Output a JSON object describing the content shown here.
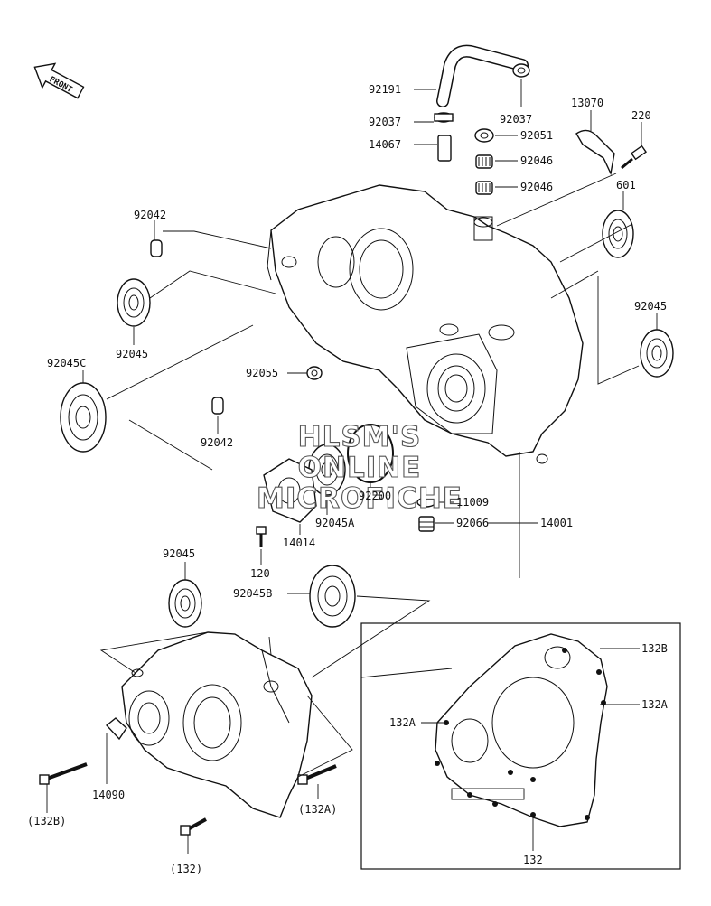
{
  "front_badge": "FRONT",
  "watermark": [
    "HLSM'S",
    "ONLINE",
    "MICROFICHE"
  ],
  "labels": {
    "l92191": "92191",
    "l92037a": "92037",
    "l92037b": "92037",
    "l14067": "14067",
    "l92051": "92051",
    "l92046a": "92046",
    "l92046b": "92046",
    "l13070": "13070",
    "l220": "220",
    "l601": "601",
    "l92042a": "92042",
    "l92045a": "92045",
    "l92045c": "92045C",
    "l92045r": "92045",
    "l92055": "92055",
    "l92042b": "92042",
    "l92200": "92200",
    "l11009": "11009",
    "l92045A": "92045A",
    "l92066": "92066",
    "l14001": "14001",
    "l120": "120",
    "l14014": "14014",
    "l92045d": "92045",
    "l92045B": "92045B",
    "l14090": "14090",
    "l132B_paren": "(132B)",
    "l132A_paren": "(132A)",
    "l132_paren": "(132)",
    "l132B": "132B",
    "l132A_right": "132A",
    "l132A_left": "132A",
    "l132": "132"
  }
}
